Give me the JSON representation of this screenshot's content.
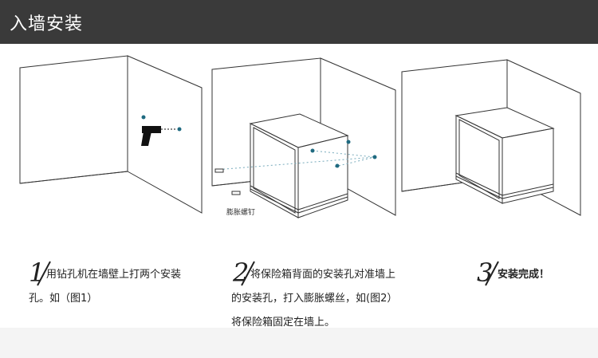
{
  "header": {
    "title": "入墙安装"
  },
  "illustration": {
    "anchor_bolt_label": "膨胀螺钉"
  },
  "steps": [
    {
      "number": "1",
      "lines": [
        "用钻孔机在墙壁上打两个安装",
        "孔。如（图1）"
      ]
    },
    {
      "number": "2",
      "lines": [
        "将保险箱背面的安装孔对准墙上",
        "的安装孔，打入膨胀螺丝，如(图2）",
        "将保险箱固定在墙上。"
      ]
    },
    {
      "number": "3",
      "lines": [
        "安装完成！"
      ]
    }
  ]
}
